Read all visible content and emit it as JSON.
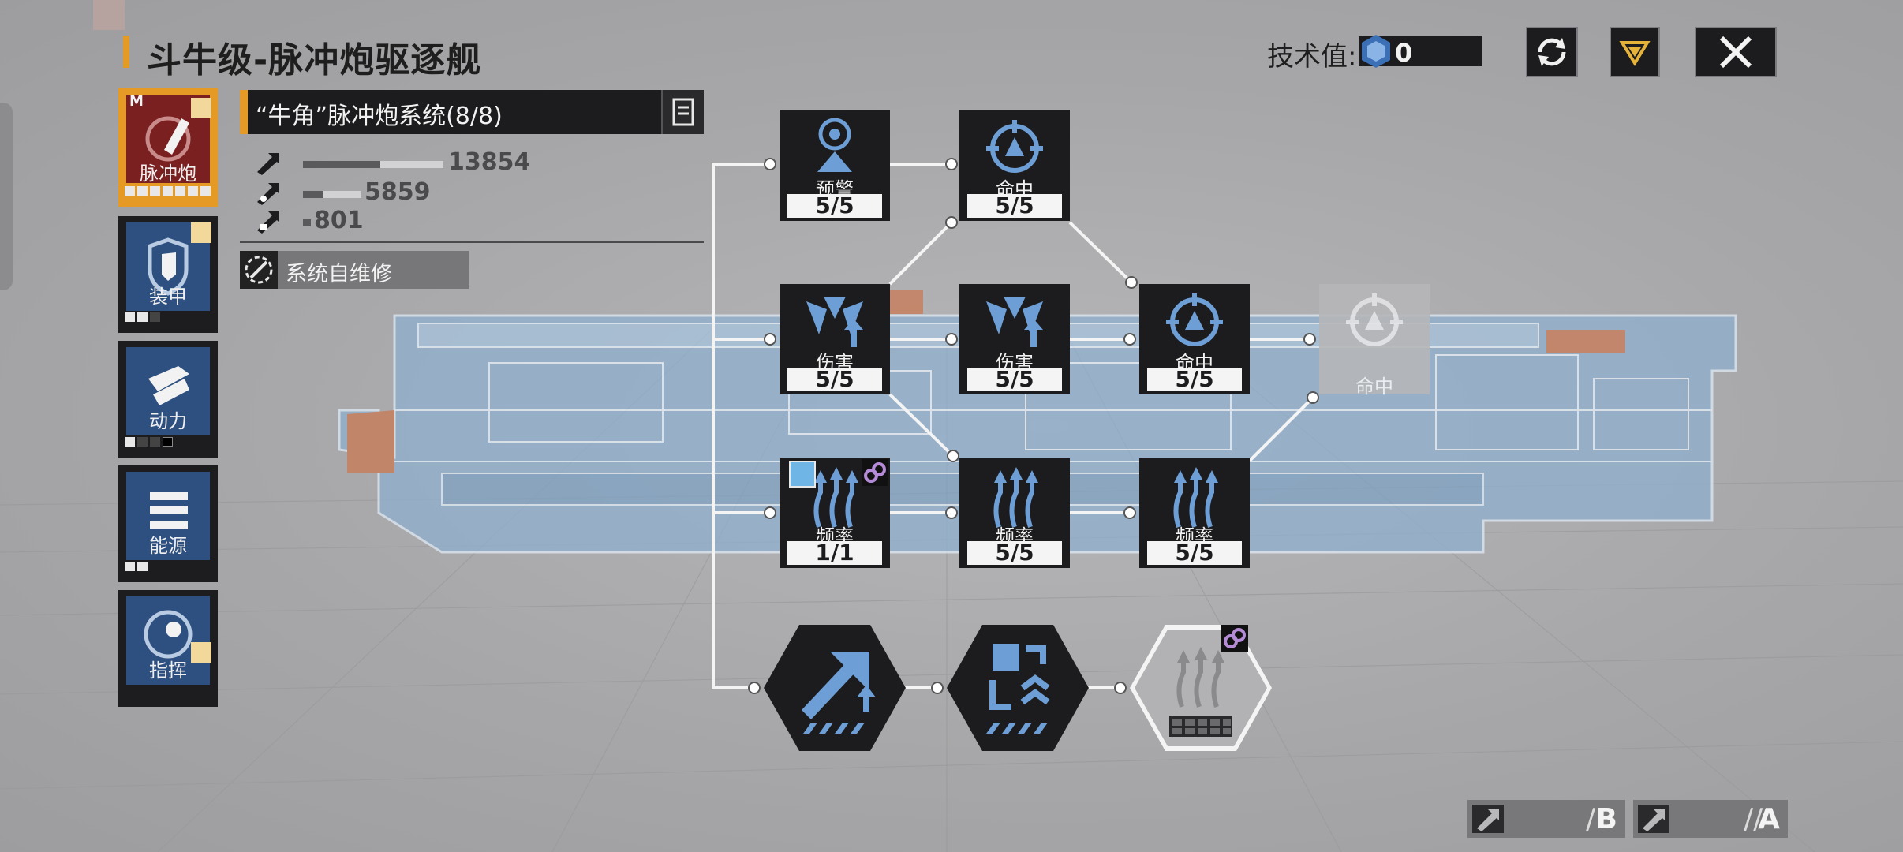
{
  "title": "斗牛级-脉冲炮驱逐舰",
  "tech": {
    "label": "技术值:",
    "value": "0"
  },
  "nav": [
    {
      "id": "pulse",
      "label": "脉冲炮",
      "badge": "M"
    },
    {
      "id": "armor",
      "label": "装甲"
    },
    {
      "id": "power",
      "label": "动力"
    },
    {
      "id": "energy",
      "label": "能源"
    },
    {
      "id": "command",
      "label": "指挥"
    }
  ],
  "system": {
    "name": "“牛角”脉冲炮系统(8/8)",
    "stats": [
      {
        "value": "13854",
        "fill": 0.55
      },
      {
        "value": "5859",
        "fill": 0.35
      },
      {
        "value": "801",
        "fill": 1.0
      }
    ],
    "repair": "系统自维修"
  },
  "nodes": {
    "n1": {
      "label": "预警",
      "level": "5/5"
    },
    "n2": {
      "label": "命中",
      "level": "5/5"
    },
    "n3": {
      "label": "伤害",
      "level": "5/5"
    },
    "n4": {
      "label": "伤害",
      "level": "5/5"
    },
    "n5": {
      "label": "命中",
      "level": "5/5"
    },
    "n6": {
      "label": "命中"
    },
    "n7": {
      "label": "频率",
      "level": "1/1"
    },
    "n8": {
      "label": "频率",
      "level": "5/5"
    },
    "n9": {
      "label": "频率",
      "level": "5/5"
    }
  },
  "grades": [
    {
      "letter": "B",
      "slashes": "/"
    },
    {
      "letter": "A",
      "slashes": "//"
    }
  ],
  "colors": {
    "accent": "#e49a24",
    "node_bg": "#1c1c1e",
    "icon_blue": "#6d9fd6",
    "nav_blue": "#2d5080",
    "active_red": "#7a2020",
    "link_purple": "#b58bd8"
  }
}
